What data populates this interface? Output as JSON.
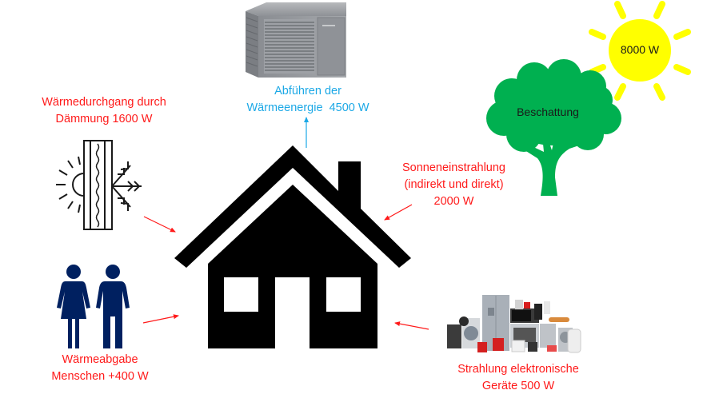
{
  "diagram": {
    "title": "Wärmelasten eines Hauses",
    "colors": {
      "heat_gain": "#ff1a1a",
      "heat_removal": "#1ba8e6",
      "house": "#000000",
      "tree": "#00b050",
      "sun": "#ffff00",
      "people": "#002060"
    },
    "nodes": {
      "insulation": {
        "icon": "insulation-wall-icon",
        "line1": "Wärmedurchgang durch",
        "line2": "Dämmung 1600 W",
        "watts": 1600
      },
      "heat_pump": {
        "icon": "heat-pump-unit-icon",
        "line1": "Abführen der",
        "line2": "Wärmeenergie  4500 W",
        "watts": 4500
      },
      "solar_irradiation": {
        "line1": "Sonneneinstrahlung",
        "line2": "(indirekt und direkt)",
        "line3": "2000 W",
        "watts": 2000
      },
      "people": {
        "icon": "people-icon",
        "line1": "Wärmeabgabe",
        "line2": "Menschen +400 W",
        "watts": 400
      },
      "devices": {
        "icon": "electronic-appliances-icon",
        "line1": "Strahlung elektronische",
        "line2": "Geräte 500 W",
        "watts": 500
      },
      "shading": {
        "icon": "tree-icon",
        "label": "Beschattung"
      },
      "sun": {
        "icon": "sun-icon",
        "label": "8000 W",
        "watts": 8000
      },
      "house": {
        "icon": "house-icon"
      }
    },
    "edges": [
      {
        "from": "insulation",
        "to": "house",
        "direction": "in"
      },
      {
        "from": "people",
        "to": "house",
        "direction": "in"
      },
      {
        "from": "solar_irradiation",
        "to": "house",
        "direction": "in"
      },
      {
        "from": "devices",
        "to": "house",
        "direction": "in"
      },
      {
        "from": "house",
        "to": "heat_pump",
        "direction": "out"
      }
    ]
  }
}
